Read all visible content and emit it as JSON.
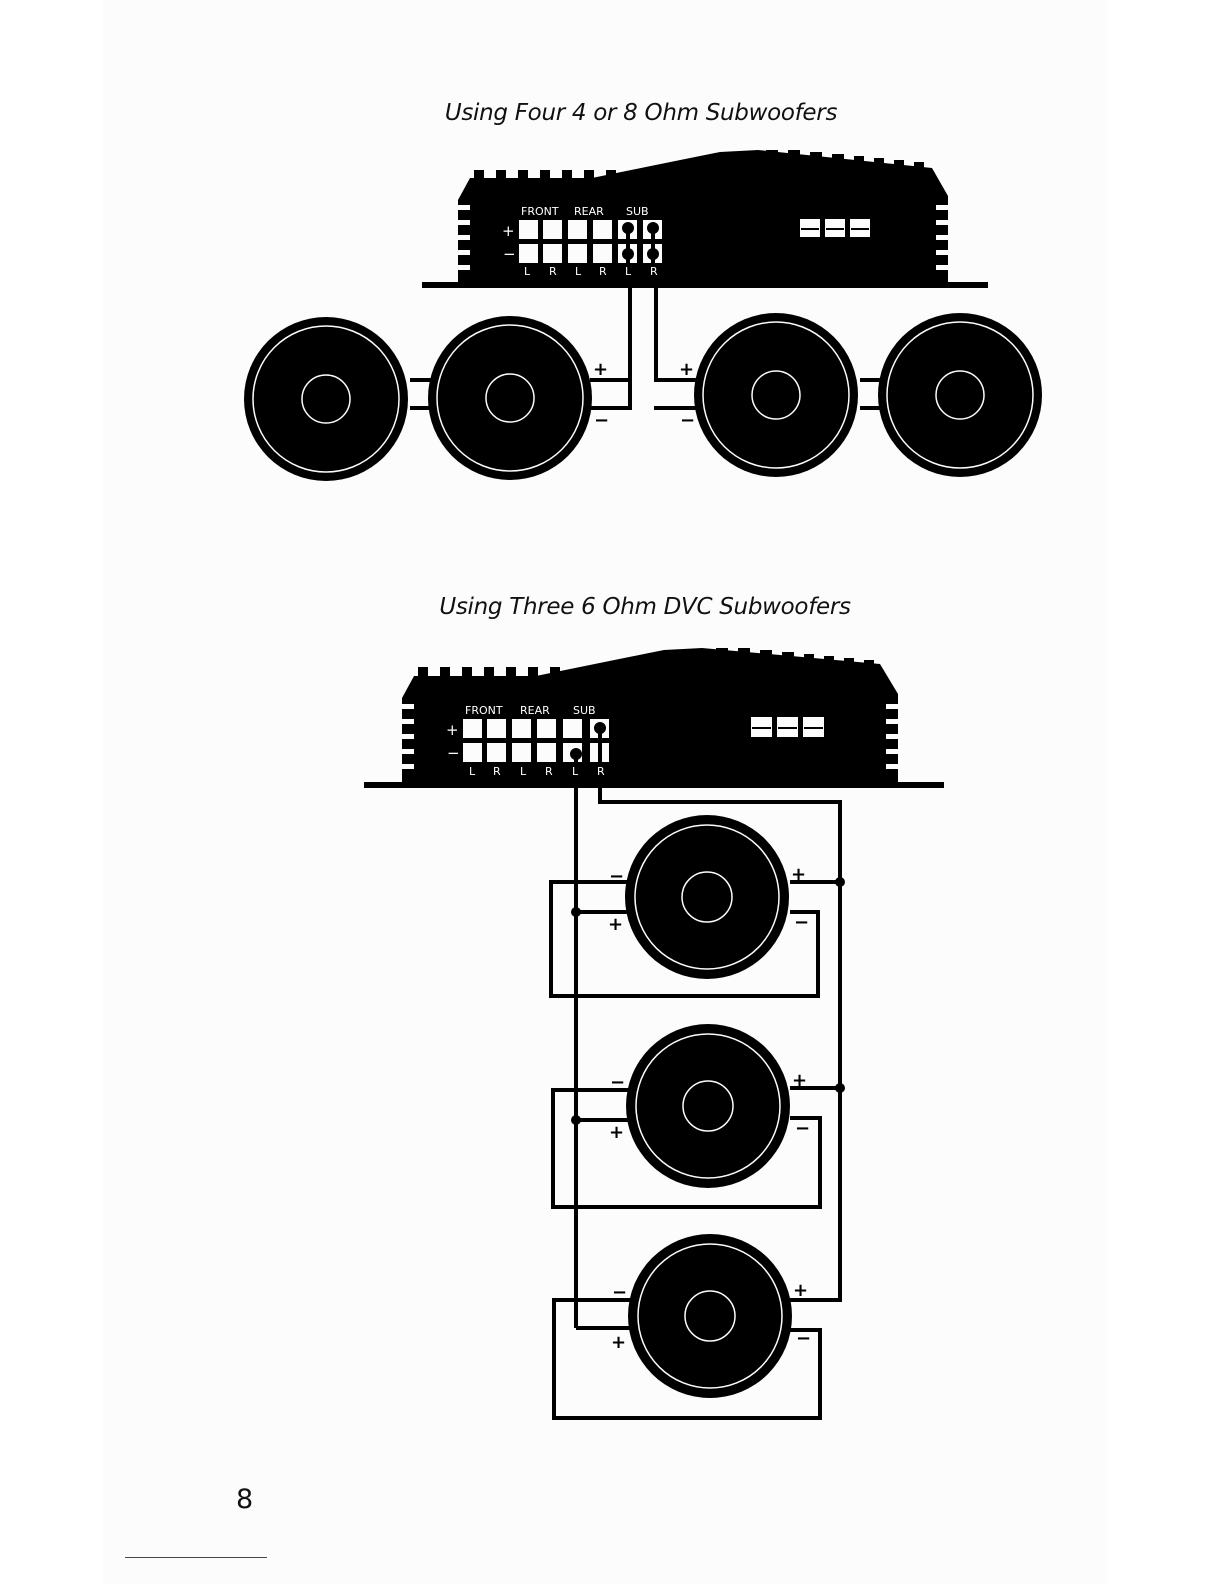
{
  "page": {
    "page_number": "8"
  },
  "diagrams": [
    {
      "title": "Using Four 4 or 8 Ohm Subwoofers",
      "amplifier": {
        "section_labels": [
          "FRONT",
          "REAR",
          "SUB"
        ],
        "terminal_signs": [
          "+",
          "−"
        ],
        "channel_labels": [
          "L",
          "R",
          "L",
          "R",
          "L",
          "R"
        ]
      },
      "speaker_signs": [
        "+",
        "−",
        "+",
        "−"
      ]
    },
    {
      "title": "Using Three 6 Ohm DVC Subwoofers",
      "amplifier": {
        "section_labels": [
          "FRONT",
          "REAR",
          "SUB"
        ],
        "terminal_signs": [
          "+",
          "−"
        ],
        "channel_labels": [
          "L",
          "R",
          "L",
          "R",
          "L",
          "R"
        ]
      },
      "speaker_signs": [
        "−",
        "+",
        "+",
        "−"
      ]
    }
  ]
}
